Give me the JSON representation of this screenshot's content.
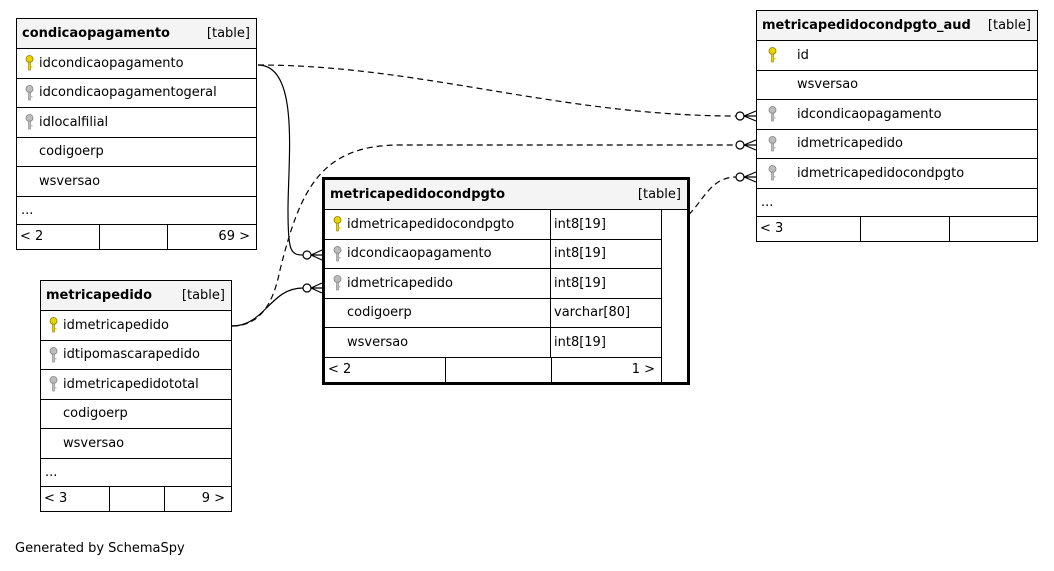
{
  "colors": {
    "primary_key": "#e8d300",
    "foreign_key": "#a9a9a9"
  },
  "tables": {
    "condicaopagamento": {
      "name": "condicaopagamento",
      "type_label": "[table]",
      "columns": [
        {
          "name": "idcondicaopagamento",
          "key": "primary-key-icon"
        },
        {
          "name": "idcondicaopagamentogeral",
          "key": "foreign-key-icon"
        },
        {
          "name": "idlocalfilial",
          "key": "foreign-key-icon"
        },
        {
          "name": "codigoerp",
          "key": ""
        },
        {
          "name": "wsversao",
          "key": ""
        }
      ],
      "more": "...",
      "footer": {
        "parents": "< 2",
        "children": "69 >"
      }
    },
    "metricapedido": {
      "name": "metricapedido",
      "type_label": "[table]",
      "columns": [
        {
          "name": "idmetricapedido",
          "key": "primary-key-icon"
        },
        {
          "name": "idtipomascarapedido",
          "key": "foreign-key-icon"
        },
        {
          "name": "idmetricapedidototal",
          "key": "foreign-key-icon"
        },
        {
          "name": "codigoerp",
          "key": ""
        },
        {
          "name": "wsversao",
          "key": ""
        }
      ],
      "more": "...",
      "footer": {
        "parents": "< 3",
        "children": "9 >"
      }
    },
    "metricapedidocondpgto": {
      "name": "metricapedidocondpgto",
      "type_label": "[table]",
      "columns": [
        {
          "name": "idmetricapedidocondpgto",
          "type": "int8[19]",
          "key": "primary-key-icon"
        },
        {
          "name": "idcondicaopagamento",
          "type": "int8[19]",
          "key": "foreign-key-icon"
        },
        {
          "name": "idmetricapedido",
          "type": "int8[19]",
          "key": "foreign-key-icon"
        },
        {
          "name": "codigoerp",
          "type": "varchar[80]",
          "key": ""
        },
        {
          "name": "wsversao",
          "type": "int8[19]",
          "key": ""
        }
      ],
      "footer": {
        "parents": "< 2",
        "children": "1 >"
      }
    },
    "metricapedidocondpgto_aud": {
      "name": "metricapedidocondpgto_aud",
      "type_label": "[table]",
      "columns": [
        {
          "name": "id",
          "key": "primary-key-icon"
        },
        {
          "name": "wsversao",
          "key": ""
        },
        {
          "name": "idcondicaopagamento",
          "key": "foreign-key-icon"
        },
        {
          "name": "idmetricapedido",
          "key": "foreign-key-icon"
        },
        {
          "name": "idmetricapedidocondpgto",
          "key": "foreign-key-icon"
        }
      ],
      "more": "...",
      "footer": {
        "parents": "< 3",
        "children": ""
      }
    }
  },
  "generated_by": "Generated by SchemaSpy"
}
